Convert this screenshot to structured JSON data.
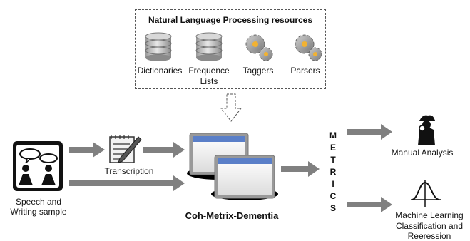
{
  "nlp": {
    "title": "Natural Language Processing resources",
    "resources": [
      {
        "label": "Dictionaries",
        "icon": "database-icon"
      },
      {
        "label": "Frequence Lists",
        "icon": "database-icon"
      },
      {
        "label": "Taggers",
        "icon": "gears-icon"
      },
      {
        "label": "Parsers",
        "icon": "gears-icon"
      }
    ]
  },
  "input": {
    "label_line1": "Speech and",
    "label_line2": "Writing sample",
    "icon": "speech-bubbles-icon"
  },
  "transcription": {
    "label": "Transcription",
    "icon": "notepad-pen-icon"
  },
  "tool": {
    "label": "Coh-Metrix-Dementia",
    "icon": "app-windows-icon"
  },
  "metrics": {
    "letters": [
      "M",
      "E",
      "T",
      "R",
      "I",
      "C",
      "S"
    ]
  },
  "outputs": {
    "manual": {
      "label": "Manual Analysis",
      "icon": "detective-icon"
    },
    "ml": {
      "label_line1": "Machine Learning",
      "label_line2": "Classification and",
      "label_line3": "Reeression",
      "icon": "sigmoid-curve-icon"
    }
  },
  "colors": {
    "arrow": "#808080",
    "dashed": "#555555",
    "window_title": "#5a7fc8"
  }
}
